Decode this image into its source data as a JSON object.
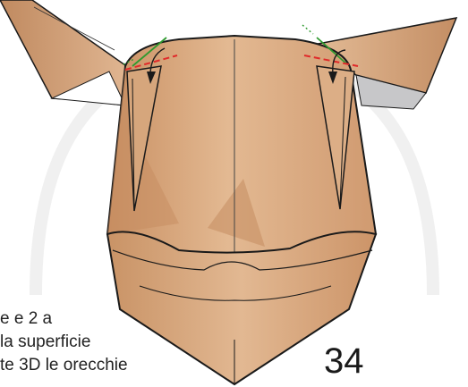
{
  "instructions": {
    "line1": "e e 2 a",
    "line2": "la superficie",
    "line3": "te 3D le orecchie"
  },
  "step_number": "34",
  "colors": {
    "paper_light": "#e2b894",
    "paper_mid": "#d2a27a",
    "paper_dark": "#b8835a",
    "paper_shadow": "#a66f47",
    "ear_back": "#c7c7c9",
    "fold_mountain": "#e02a2a",
    "fold_valley": "#2f9a2f",
    "outline": "#1a1a1a",
    "watermark": "#f0f0f0"
  },
  "icons": {
    "fold_arrow": "curved-arrow-down-icon"
  }
}
